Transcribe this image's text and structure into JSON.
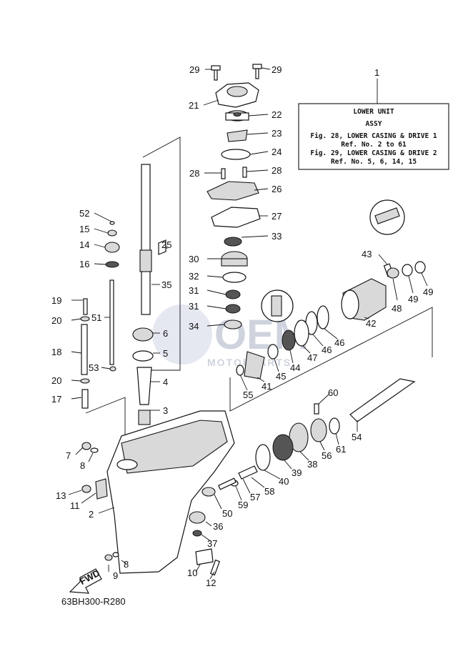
{
  "reference_box": {
    "callout": "1",
    "line1": "LOWER UNIT",
    "line2": "ASSY",
    "line3": "Fig. 28, LOWER CASING & DRIVE 1",
    "line4": "Ref. No. 2 to 61",
    "line5": "Fig. 29, LOWER CASING & DRIVE 2",
    "line6": "Ref. No. 5, 6, 14, 15"
  },
  "diagram_code": "63BH300-R280",
  "fwd_label": "FWD",
  "watermark": {
    "main": "OEM",
    "sub": "MOTORPARTS"
  },
  "callouts": [
    "29",
    "29",
    "21",
    "22",
    "23",
    "24",
    "28",
    "28",
    "26",
    "27",
    "33",
    "25",
    "30",
    "32",
    "31",
    "31",
    "34",
    "35",
    "52",
    "15",
    "14",
    "16",
    "19",
    "20",
    "51",
    "18",
    "20",
    "53",
    "17",
    "6",
    "5",
    "4",
    "3",
    "43",
    "48",
    "49",
    "49",
    "42",
    "46",
    "46",
    "47",
    "44",
    "45",
    "41",
    "55",
    "60",
    "54",
    "61",
    "56",
    "38",
    "39",
    "40",
    "58",
    "57",
    "59",
    "50",
    "36",
    "37",
    "7",
    "8",
    "13",
    "11",
    "2",
    "8",
    "9",
    "10",
    "12"
  ]
}
